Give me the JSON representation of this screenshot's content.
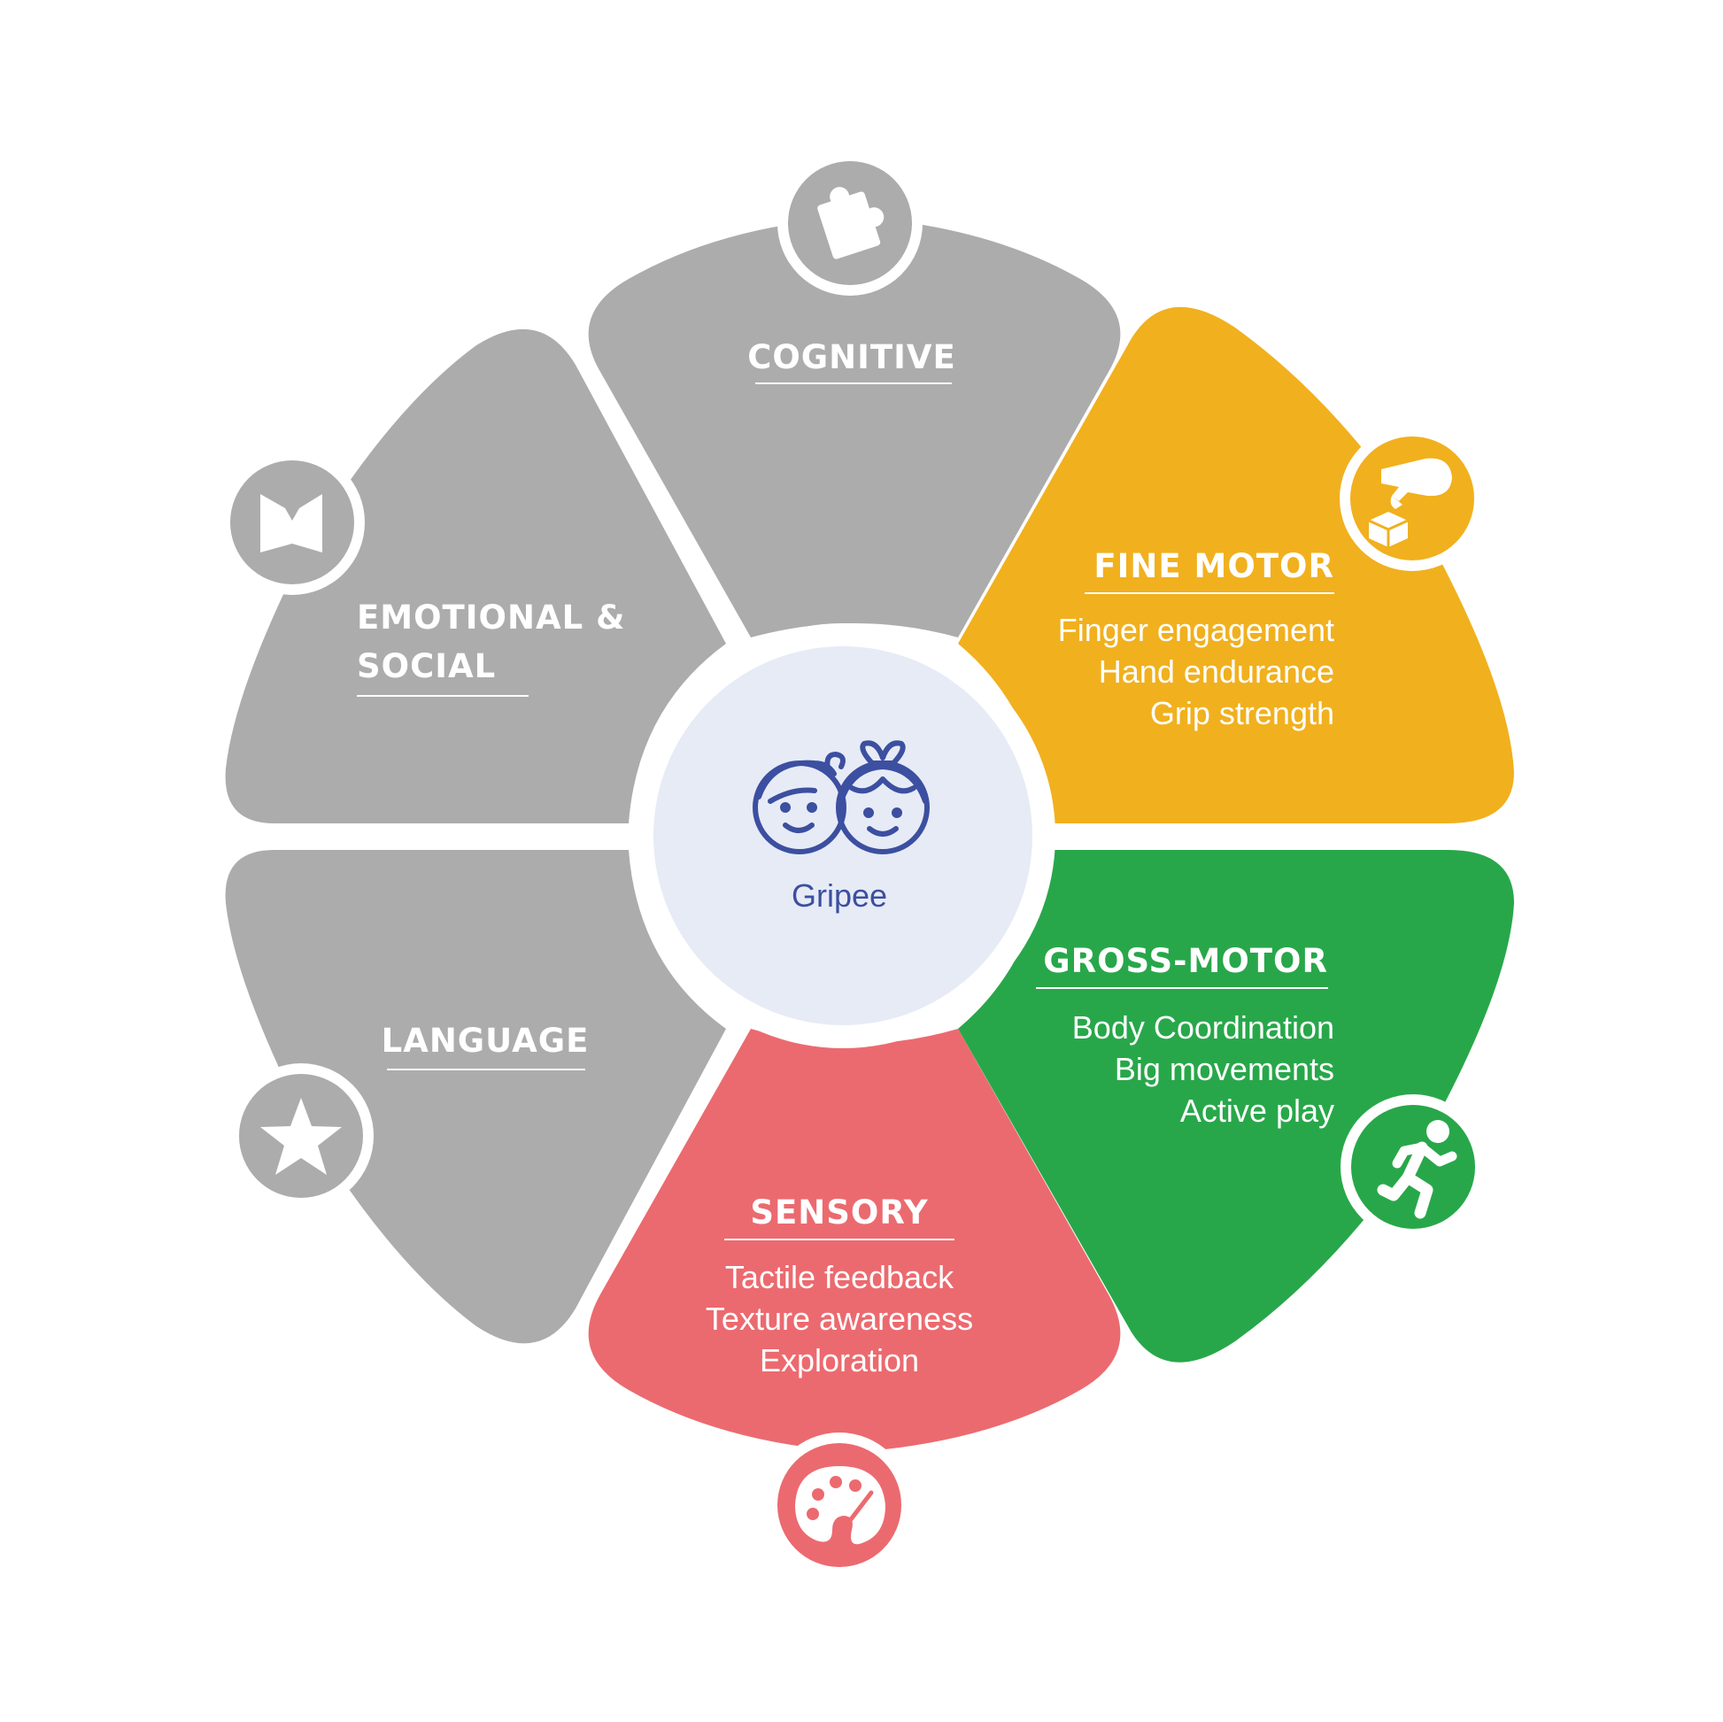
{
  "center": {
    "label": "Gripee",
    "icon": "two-children-faces-icon",
    "fill_color": "#e6ebf6",
    "accent_color": "#3c4fa0"
  },
  "segments": [
    {
      "id": "cognitive",
      "title": "Cognitive",
      "items": [],
      "color": "#acacac",
      "icon": "puzzle-piece-icon"
    },
    {
      "id": "fine-motor",
      "title": "Fine Motor",
      "items": [
        "Finger engagement",
        "Hand endurance",
        "Grip strength"
      ],
      "color": "#f1b01e",
      "icon": "hand-picking-block-icon"
    },
    {
      "id": "gross-motor",
      "title": "Gross-Motor",
      "items": [
        "Body Coordination",
        "Big movements",
        "Active play"
      ],
      "color": "#28a74a",
      "icon": "running-person-icon"
    },
    {
      "id": "sensory",
      "title": "Sensory",
      "items": [
        "Tactile feedback",
        "Texture awareness",
        "Exploration"
      ],
      "color": "#eb6a6f",
      "icon": "paint-palette-icon"
    },
    {
      "id": "language",
      "title": "Language",
      "items": [],
      "color": "#acacac",
      "icon": "star-icon"
    },
    {
      "id": "emotional-social",
      "title_lines": [
        "Emotional &",
        "Social"
      ],
      "items": [],
      "color": "#acacac",
      "icon": "open-book-icon"
    }
  ]
}
